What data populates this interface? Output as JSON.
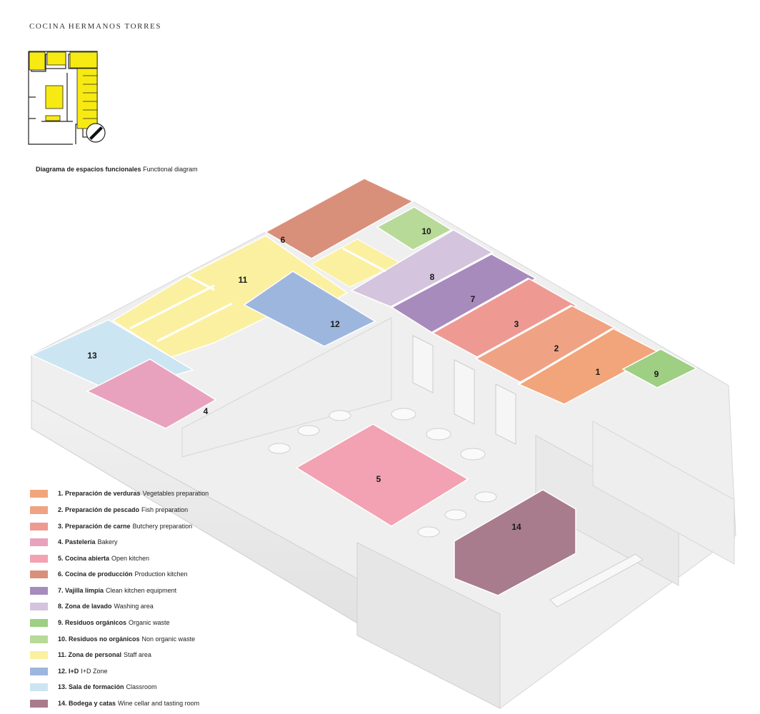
{
  "brand": {
    "left": "COCINA",
    "right": "HERMANOS TORRES"
  },
  "subtitle": {
    "es": "Diagrama de espacios funcionales",
    "en": "Functional diagram"
  },
  "keyplan": {
    "highlight_color": "#f7ea12",
    "north_icon": "compass-needle-icon"
  },
  "zones": [
    {
      "num": "1",
      "es": "1. Preparación de verduras",
      "en": "Vegetables preparation",
      "color": "#f2a57a"
    },
    {
      "num": "2",
      "es": "2. Preparación de pescado",
      "en": "Fish preparation",
      "color": "#f0a384"
    },
    {
      "num": "3",
      "es": "3. Preparación de carne",
      "en": "Butchery preparation",
      "color": "#ee9a93"
    },
    {
      "num": "4",
      "es": "4. Pastelería",
      "en": "Bakery",
      "color": "#e9a2be"
    },
    {
      "num": "5",
      "es": "5. Cocina abierta",
      "en": "Open kitchen",
      "color": "#f2a2b2"
    },
    {
      "num": "6",
      "es": "6. Cocina de producción",
      "en": "Production kitchen",
      "color": "#d9907a"
    },
    {
      "num": "7",
      "es": "7. Vajilla limpia",
      "en": "Clean kitchen equipment",
      "color": "#a88bbd"
    },
    {
      "num": "8",
      "es": "8. Zona de lavado",
      "en": "Washing area",
      "color": "#d4c4de"
    },
    {
      "num": "9",
      "es": "9. Residuos orgánicos",
      "en": "Organic waste",
      "color": "#9ecf82"
    },
    {
      "num": "10",
      "es": "10. Residuos no orgánicos",
      "en": "Non organic waste",
      "color": "#b7da98"
    },
    {
      "num": "11",
      "es": "11. Zona de personal",
      "en": "Staff area",
      "color": "#faf0a0"
    },
    {
      "num": "12",
      "es": "12. I+D",
      "en": "I+D Zone",
      "color": "#9db6de"
    },
    {
      "num": "13",
      "es": "13. Sala de formación",
      "en": "Classroom",
      "color": "#cce5f2"
    },
    {
      "num": "14",
      "es": "14. Bodega y catas",
      "en": "Wine cellar and tasting room",
      "color": "#a87c8c"
    }
  ]
}
